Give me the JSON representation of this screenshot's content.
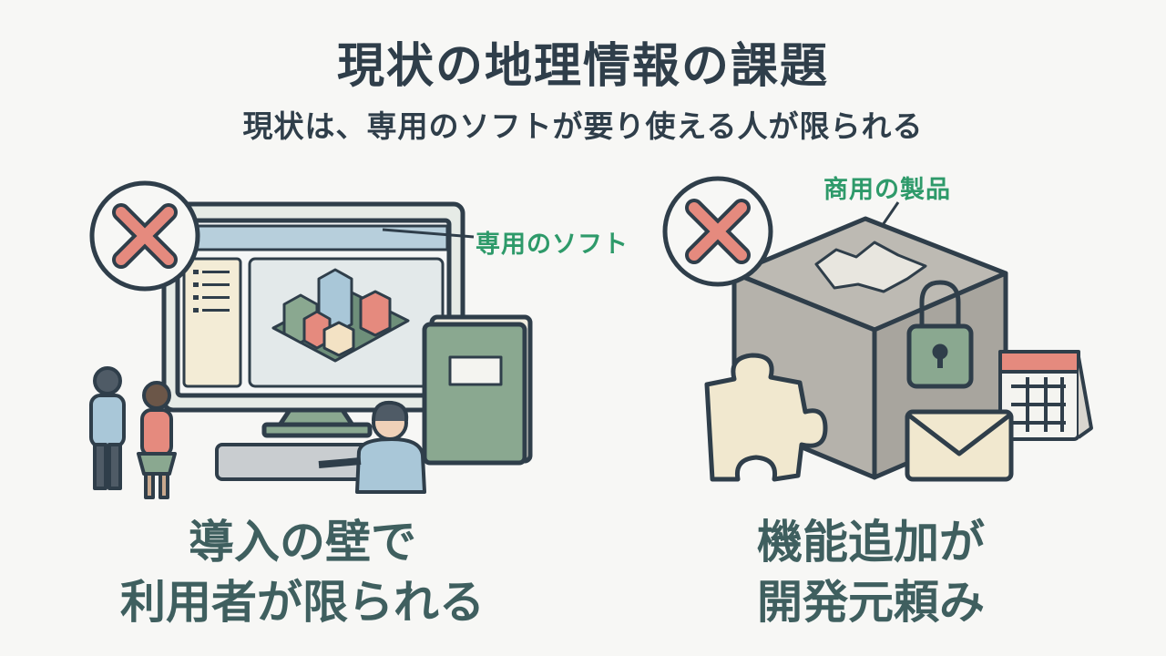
{
  "header": {
    "title": "現状の地理情報の課題",
    "subtitle": "現状は、専用のソフトが要り使える人が限られる"
  },
  "left_panel": {
    "callout": "専用のソフト",
    "caption_line1": "導入の壁で",
    "caption_line2": "利用者が限られる",
    "status_icon": "cross-icon"
  },
  "right_panel": {
    "callout": "商用の製品",
    "caption_line1": "機能追加が",
    "caption_line2": "開発元頼み",
    "status_icon": "cross-icon"
  },
  "colors": {
    "cross": "#e58a7e",
    "text_dark": "#2f3e4a",
    "caption": "#3f5f5f",
    "callout": "#2e9a6a",
    "box_gray": "#b5b2ab",
    "book_green": "#8aa890"
  }
}
